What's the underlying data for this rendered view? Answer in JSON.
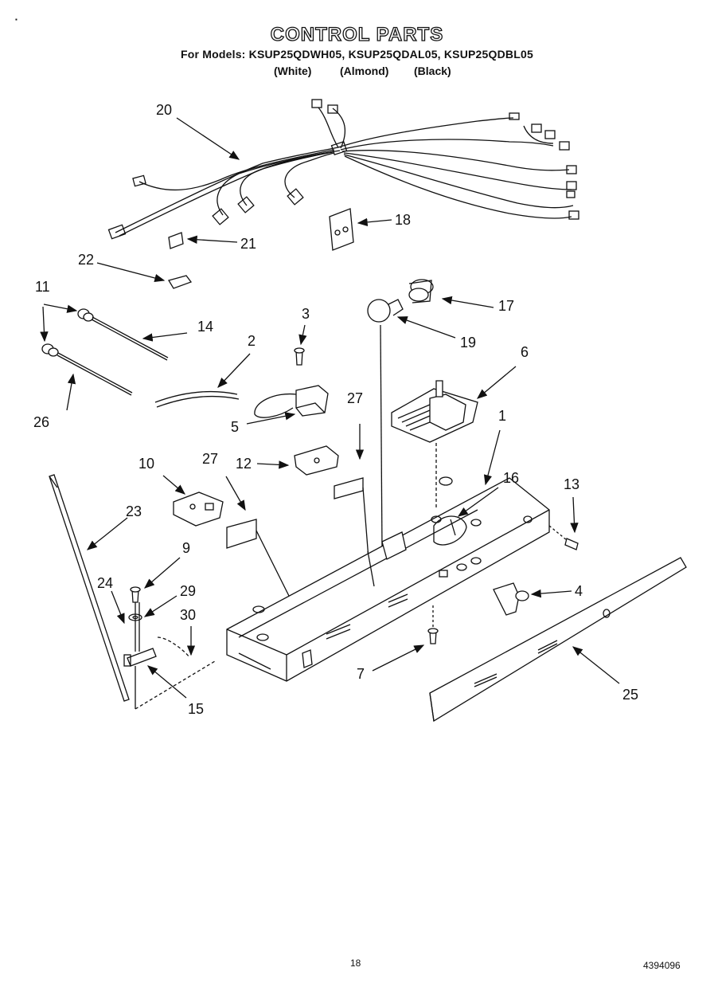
{
  "header": {
    "title": "CONTROL PARTS",
    "models": "For Models: KSUP25QDWH05, KSUP25QDAL05, KSUP25QDBL05",
    "color_labels": [
      "(White)",
      "(Almond)",
      "(Black)"
    ]
  },
  "callouts": [
    "20",
    "18",
    "21",
    "22",
    "11",
    "14",
    "3",
    "17",
    "19",
    "2",
    "6",
    "26",
    "5",
    "27",
    "1",
    "10",
    "12",
    "27",
    "16",
    "13",
    "23",
    "9",
    "24",
    "29",
    "30",
    "4",
    "7",
    "25",
    "15"
  ],
  "footer": {
    "page_number": "18",
    "doc_number": "4394096"
  },
  "mark": "▪"
}
